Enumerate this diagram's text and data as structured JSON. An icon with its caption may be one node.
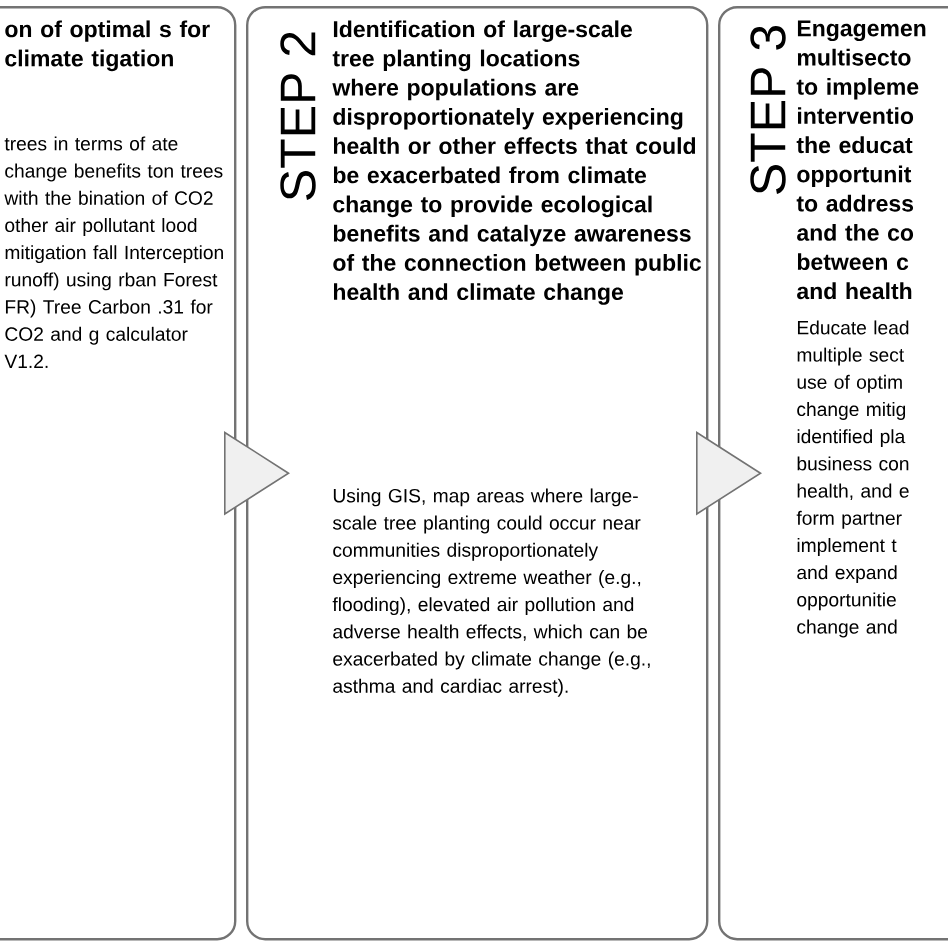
{
  "diagram": {
    "nodes": [
      {
        "text": [
          "on of optimal s for climate tigation",
          "trees in terms of ate change benefits ton trees with the bination of CO2 other air pollutant lood mitigation fall Interception runoff) using rban Forest FR) Tree Carbon .31 for CO2 and g calculator V1.2."
        ]
      },
      {
        "text": [
          "STEP 2",
          "Identification of large-scale tree planting locations where populations are disproportionately experiencing health or other effects that could be exacerbated from climate change to provide ecological benefits and catalyze awareness of the connection between public health and climate change",
          "Using GIS, map areas where large-scale tree planting could occur near communities disproportionately experiencing extreme weather (e.g., flooding), elevated air pollution and adverse health effects, which can be exacerbated by climate change (e.g., asthma and cardiac arrest)."
        ]
      },
      {
        "text": [
          "STEP 3",
          "Engagemen multisecto to impleme interventio the educat opportunit to address and the co between c and health",
          "Educate lead multiple sect use of optim change mitig identified pla business con health, and e form partner implement t and expand opportunitie change and"
        ]
      }
    ],
    "edges": [
      {
        "from": 0,
        "to": 1,
        "arrow": "to"
      },
      {
        "from": 1,
        "to": 2,
        "arrow": "to"
      }
    ]
  }
}
